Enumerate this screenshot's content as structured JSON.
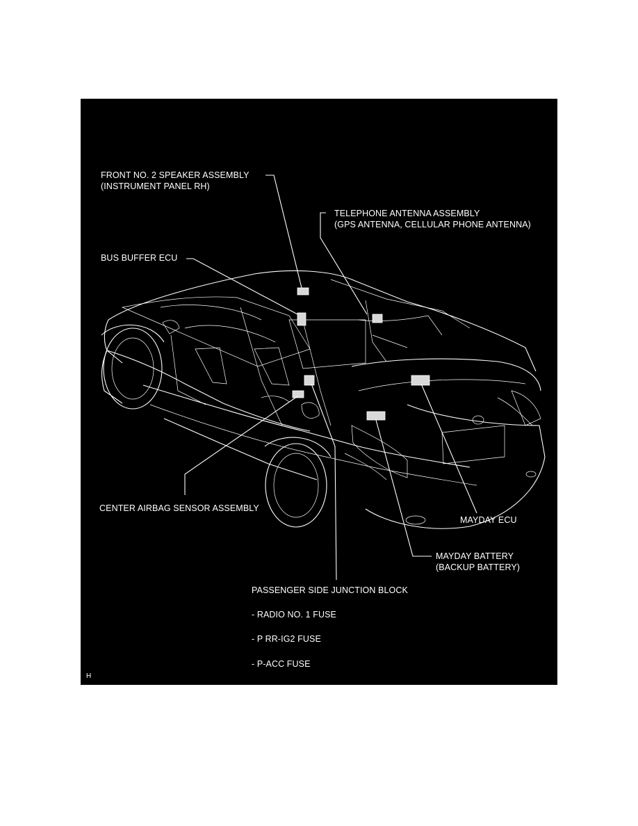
{
  "labels": {
    "front_speaker": [
      "FRONT NO. 2 SPEAKER ASSEMBLY",
      "(INSTRUMENT PANEL RH)"
    ],
    "telephone_antenna": [
      "TELEPHONE ANTENNA ASSEMBLY",
      "(GPS ANTENNA, CELLULAR PHONE ANTENNA)"
    ],
    "bus_buffer": [
      "BUS BUFFER ECU"
    ],
    "center_airbag": [
      "CENTER AIRBAG SENSOR ASSEMBLY"
    ],
    "mayday_ecu": [
      "MAYDAY ECU"
    ],
    "mayday_battery": [
      "MAYDAY BATTERY",
      "(BACKUP BATTERY)"
    ],
    "junction_block": [
      "PASSENGER SIDE JUNCTION BLOCK"
    ],
    "fuse_1": [
      "- RADIO NO. 1 FUSE"
    ],
    "fuse_2": [
      "- P RR-IG2 FUSE"
    ],
    "fuse_3": [
      "- P-ACC FUSE"
    ]
  },
  "corner_mark": "H",
  "colors": {
    "background": "#000000",
    "line": "#ffffff",
    "page": "#ffffff"
  }
}
